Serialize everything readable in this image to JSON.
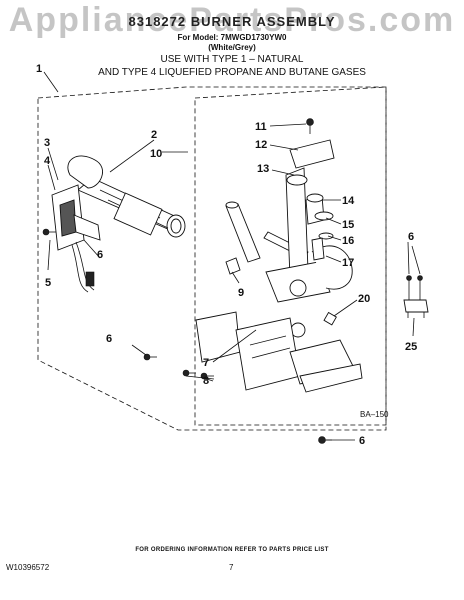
{
  "watermark": "AppliancePartsPros.com",
  "header": {
    "title": "8318272 BURNER ASSEMBLY",
    "model": "For Model: 7MWGD1730YW0",
    "color": "(White/Grey)",
    "line1": "USE WITH TYPE 1 –   NATURAL",
    "line2": "AND TYPE 4    LIQUEFIED PROPANE AND BUTANE GASES"
  },
  "callouts": {
    "c1": "1",
    "c2": "2",
    "c3": "3",
    "c4": "4",
    "c5": "5",
    "c6a": "6",
    "c6b": "6",
    "c6c": "6",
    "c6d": "6",
    "c7": "7",
    "c8": "8",
    "c9": "9",
    "c10": "10",
    "c11": "11",
    "c12": "12",
    "c13": "13",
    "c14": "14",
    "c15": "15",
    "c16": "16",
    "c17": "17",
    "c20": "20",
    "c25": "25"
  },
  "diagram_code": "BA–150",
  "footer": {
    "ordering": "FOR ORDERING INFORMATION REFER TO PARTS PRICE LIST",
    "doc_number": "W10396572",
    "page": "7"
  }
}
